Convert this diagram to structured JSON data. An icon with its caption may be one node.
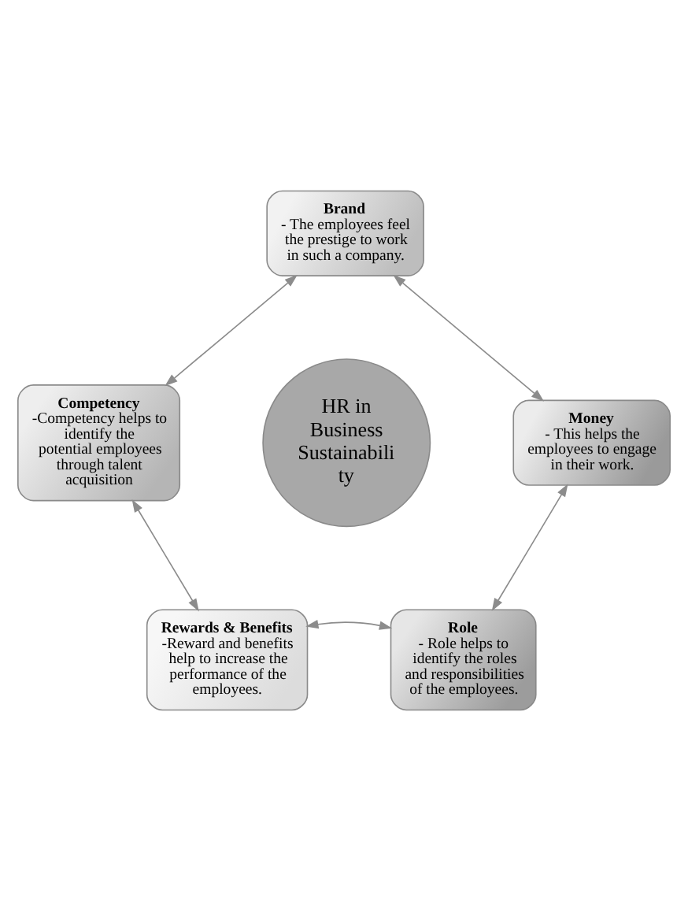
{
  "diagram": {
    "nodes": [
      {
        "text": [
          "Brand",
          "- The employees feel the prestige to work in such a company."
        ]
      },
      {
        "text": [
          "Competency",
          "-Competency helps to identify the potential employees through talent acquisition"
        ]
      },
      {
        "text": [
          "HR in Business Sustainabili ty"
        ]
      },
      {
        "text": [
          "Money",
          "- This helps the employees to engage in their work."
        ]
      },
      {
        "text": [
          "Rewards & Benefits",
          "-Reward and benefits help to increase the performance of the employees."
        ]
      },
      {
        "text": [
          "Role",
          "- Role helps to identify the roles and responsibilities of the employees."
        ]
      }
    ],
    "edges": [
      {
        "from": 0,
        "to": 3,
        "arrow": "both"
      },
      {
        "from": 3,
        "to": 5,
        "arrow": "both"
      },
      {
        "from": 4,
        "to": 5,
        "arrow": "both"
      },
      {
        "from": 1,
        "to": 4,
        "arrow": "both"
      },
      {
        "from": 0,
        "to": 1,
        "arrow": "both"
      }
    ]
  }
}
